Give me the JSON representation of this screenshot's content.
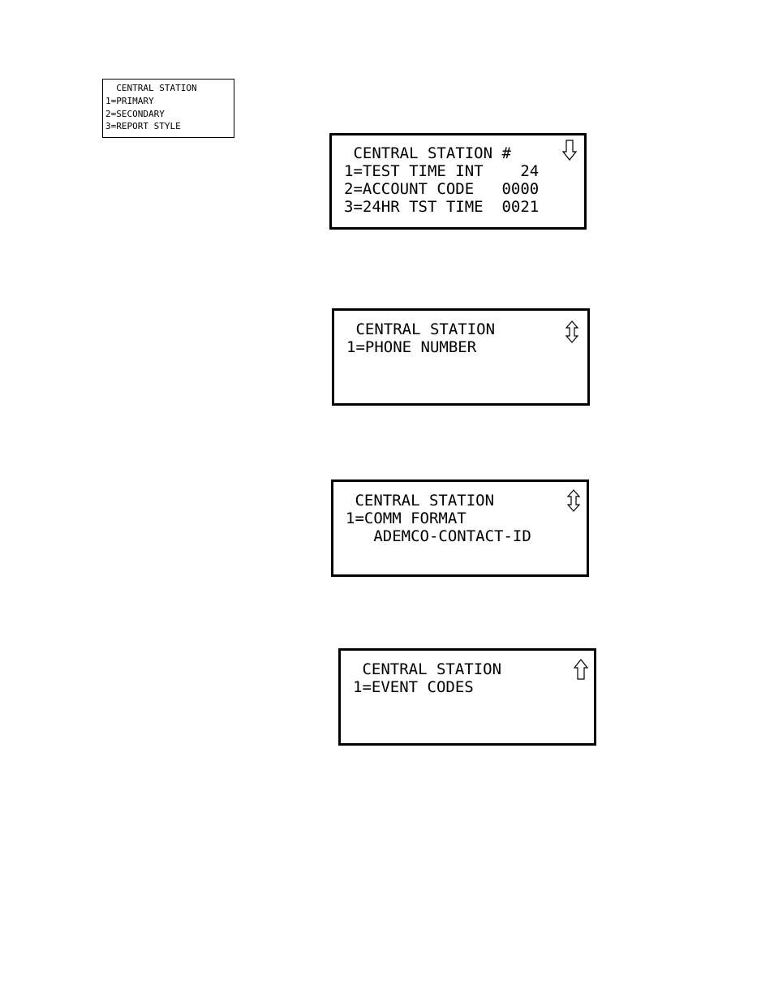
{
  "screens": [
    {
      "lines": [
        "  CENTRAL STATION",
        "1=PRIMARY",
        "2=SECONDARY",
        "3=REPORT STYLE"
      ]
    },
    {
      "lines": [
        " CENTRAL STATION #",
        "1=TEST TIME INT    24",
        "2=ACCOUNT CODE   0000",
        "3=24HR TST TIME  0021"
      ],
      "arrow": "down-arrow-icon"
    },
    {
      "lines": [
        " CENTRAL STATION",
        "1=PHONE NUMBER"
      ],
      "arrow": "up-down-arrow-icon"
    },
    {
      "lines": [
        " CENTRAL STATION",
        "1=COMM FORMAT",
        "   ADEMCO-CONTACT-ID"
      ],
      "arrow": "up-down-arrow-icon"
    },
    {
      "lines": [
        " CENTRAL STATION",
        "1=EVENT CODES"
      ],
      "arrow": "up-arrow-icon"
    }
  ]
}
